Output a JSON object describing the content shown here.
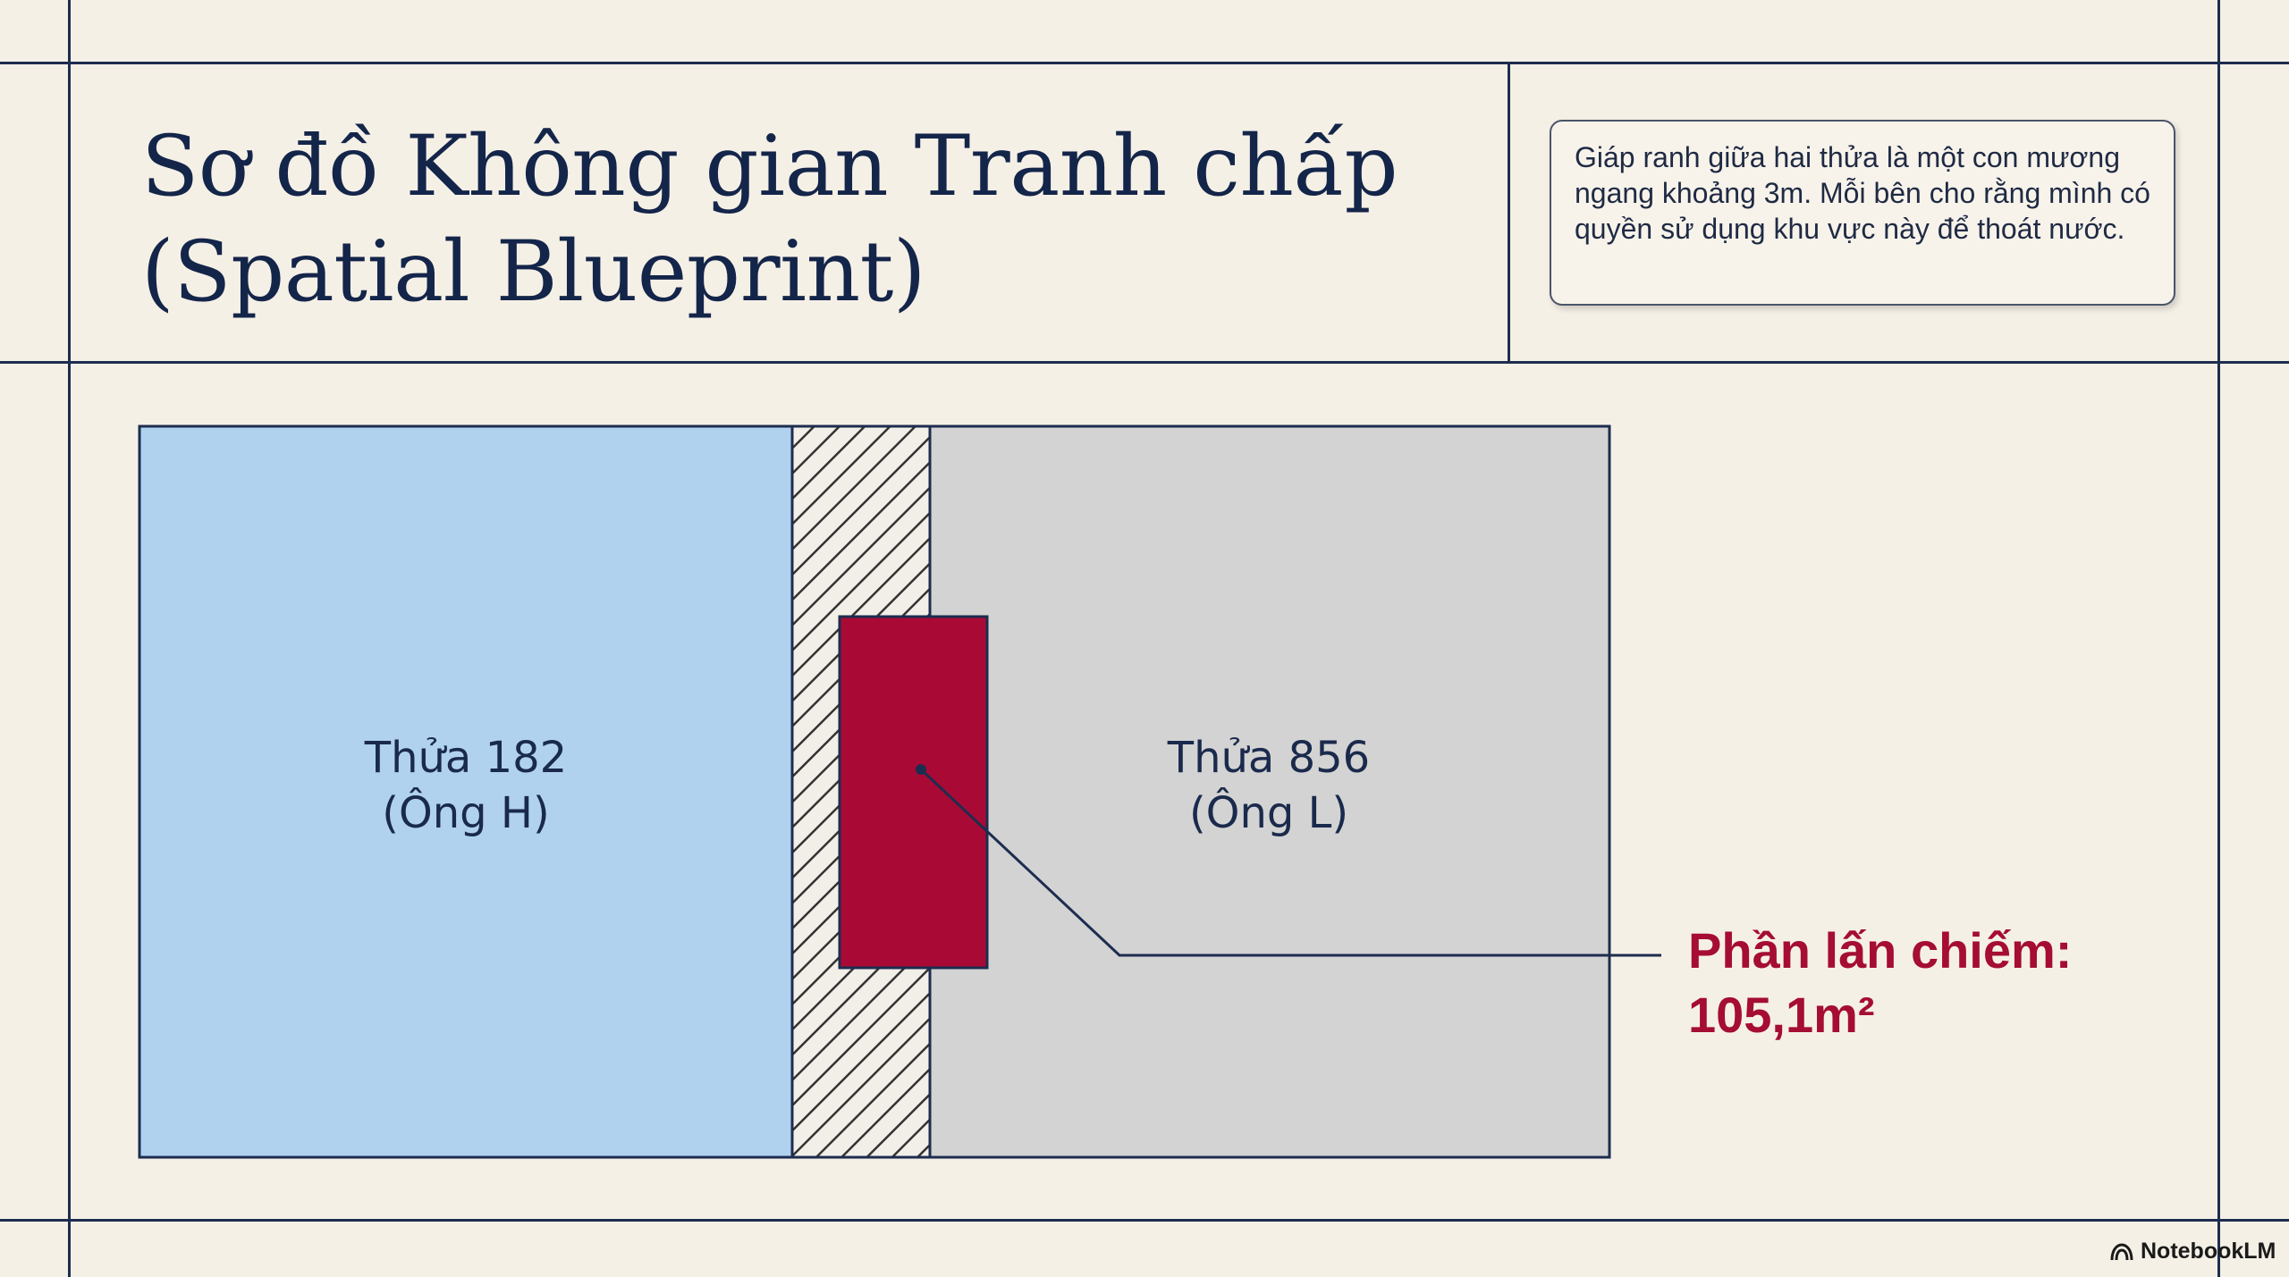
{
  "title": {
    "line1": "Sơ đồ Không gian Tranh chấp",
    "line2": "(Spatial Blueprint)"
  },
  "note": {
    "text": "Giáp ranh giữa hai thửa là một con mương ngang khoảng 3m. Mỗi bên cho rằng mình có quyền sử dụng khu vực này để thoát nước."
  },
  "plots": {
    "left": {
      "line1": "Thửa 182",
      "line2": "(Ông H)",
      "fill": "#b0d2ee"
    },
    "right": {
      "line1": "Thửa 856",
      "line2": "(Ông L)",
      "fill": "#d3d3d3"
    },
    "ditch": {
      "stroke": "#333333"
    },
    "encroachment": {
      "fill": "#a90a35"
    }
  },
  "callout": {
    "line1": "Phần lấn chiếm:",
    "line2": "105,1m²",
    "color": "#a50d32"
  },
  "brand": {
    "name": "NotebookLM",
    "icon": "notebooklm-logo-icon"
  },
  "colors": {
    "background": "#f5f0e6",
    "ink": "#1d2d4f"
  }
}
